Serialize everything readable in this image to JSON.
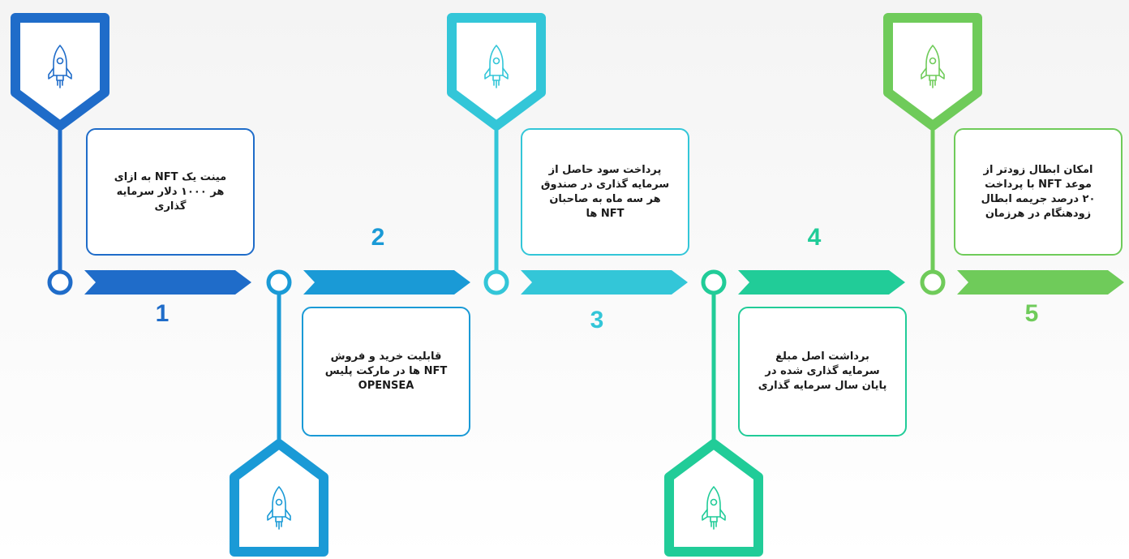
{
  "colors": {
    "step1": "#1f6cc9",
    "step2": "#1a9ad6",
    "step3": "#33c6d8",
    "step4": "#21cc98",
    "step5": "#6fcb5a"
  },
  "icons": {
    "milestone": "rocket-icon"
  },
  "steps": [
    {
      "number": "1",
      "text": "مینت یک NFT به ازای\nهر ۱۰۰۰ دلار سرمایه\nگذاری"
    },
    {
      "number": "2",
      "text": "قابلیت خرید و فروش\nNFT ها در مارکت پلیس\nOPENSEA"
    },
    {
      "number": "3",
      "text": "پرداخت سود حاصل از\nسرمایه گذاری در صندوق\nهر سه ماه به صاحبان\nNFT ها"
    },
    {
      "number": "4",
      "text": "برداشت اصل مبلغ\nسرمایه گذاری شده در\nپایان سال سرمایه گذاری"
    },
    {
      "number": "5",
      "text": "امکان ابطال زودتر از\nموعد NFT با پرداخت\n۲۰ درصد جریمه ابطال\nزودهنگام در هرزمان"
    }
  ]
}
